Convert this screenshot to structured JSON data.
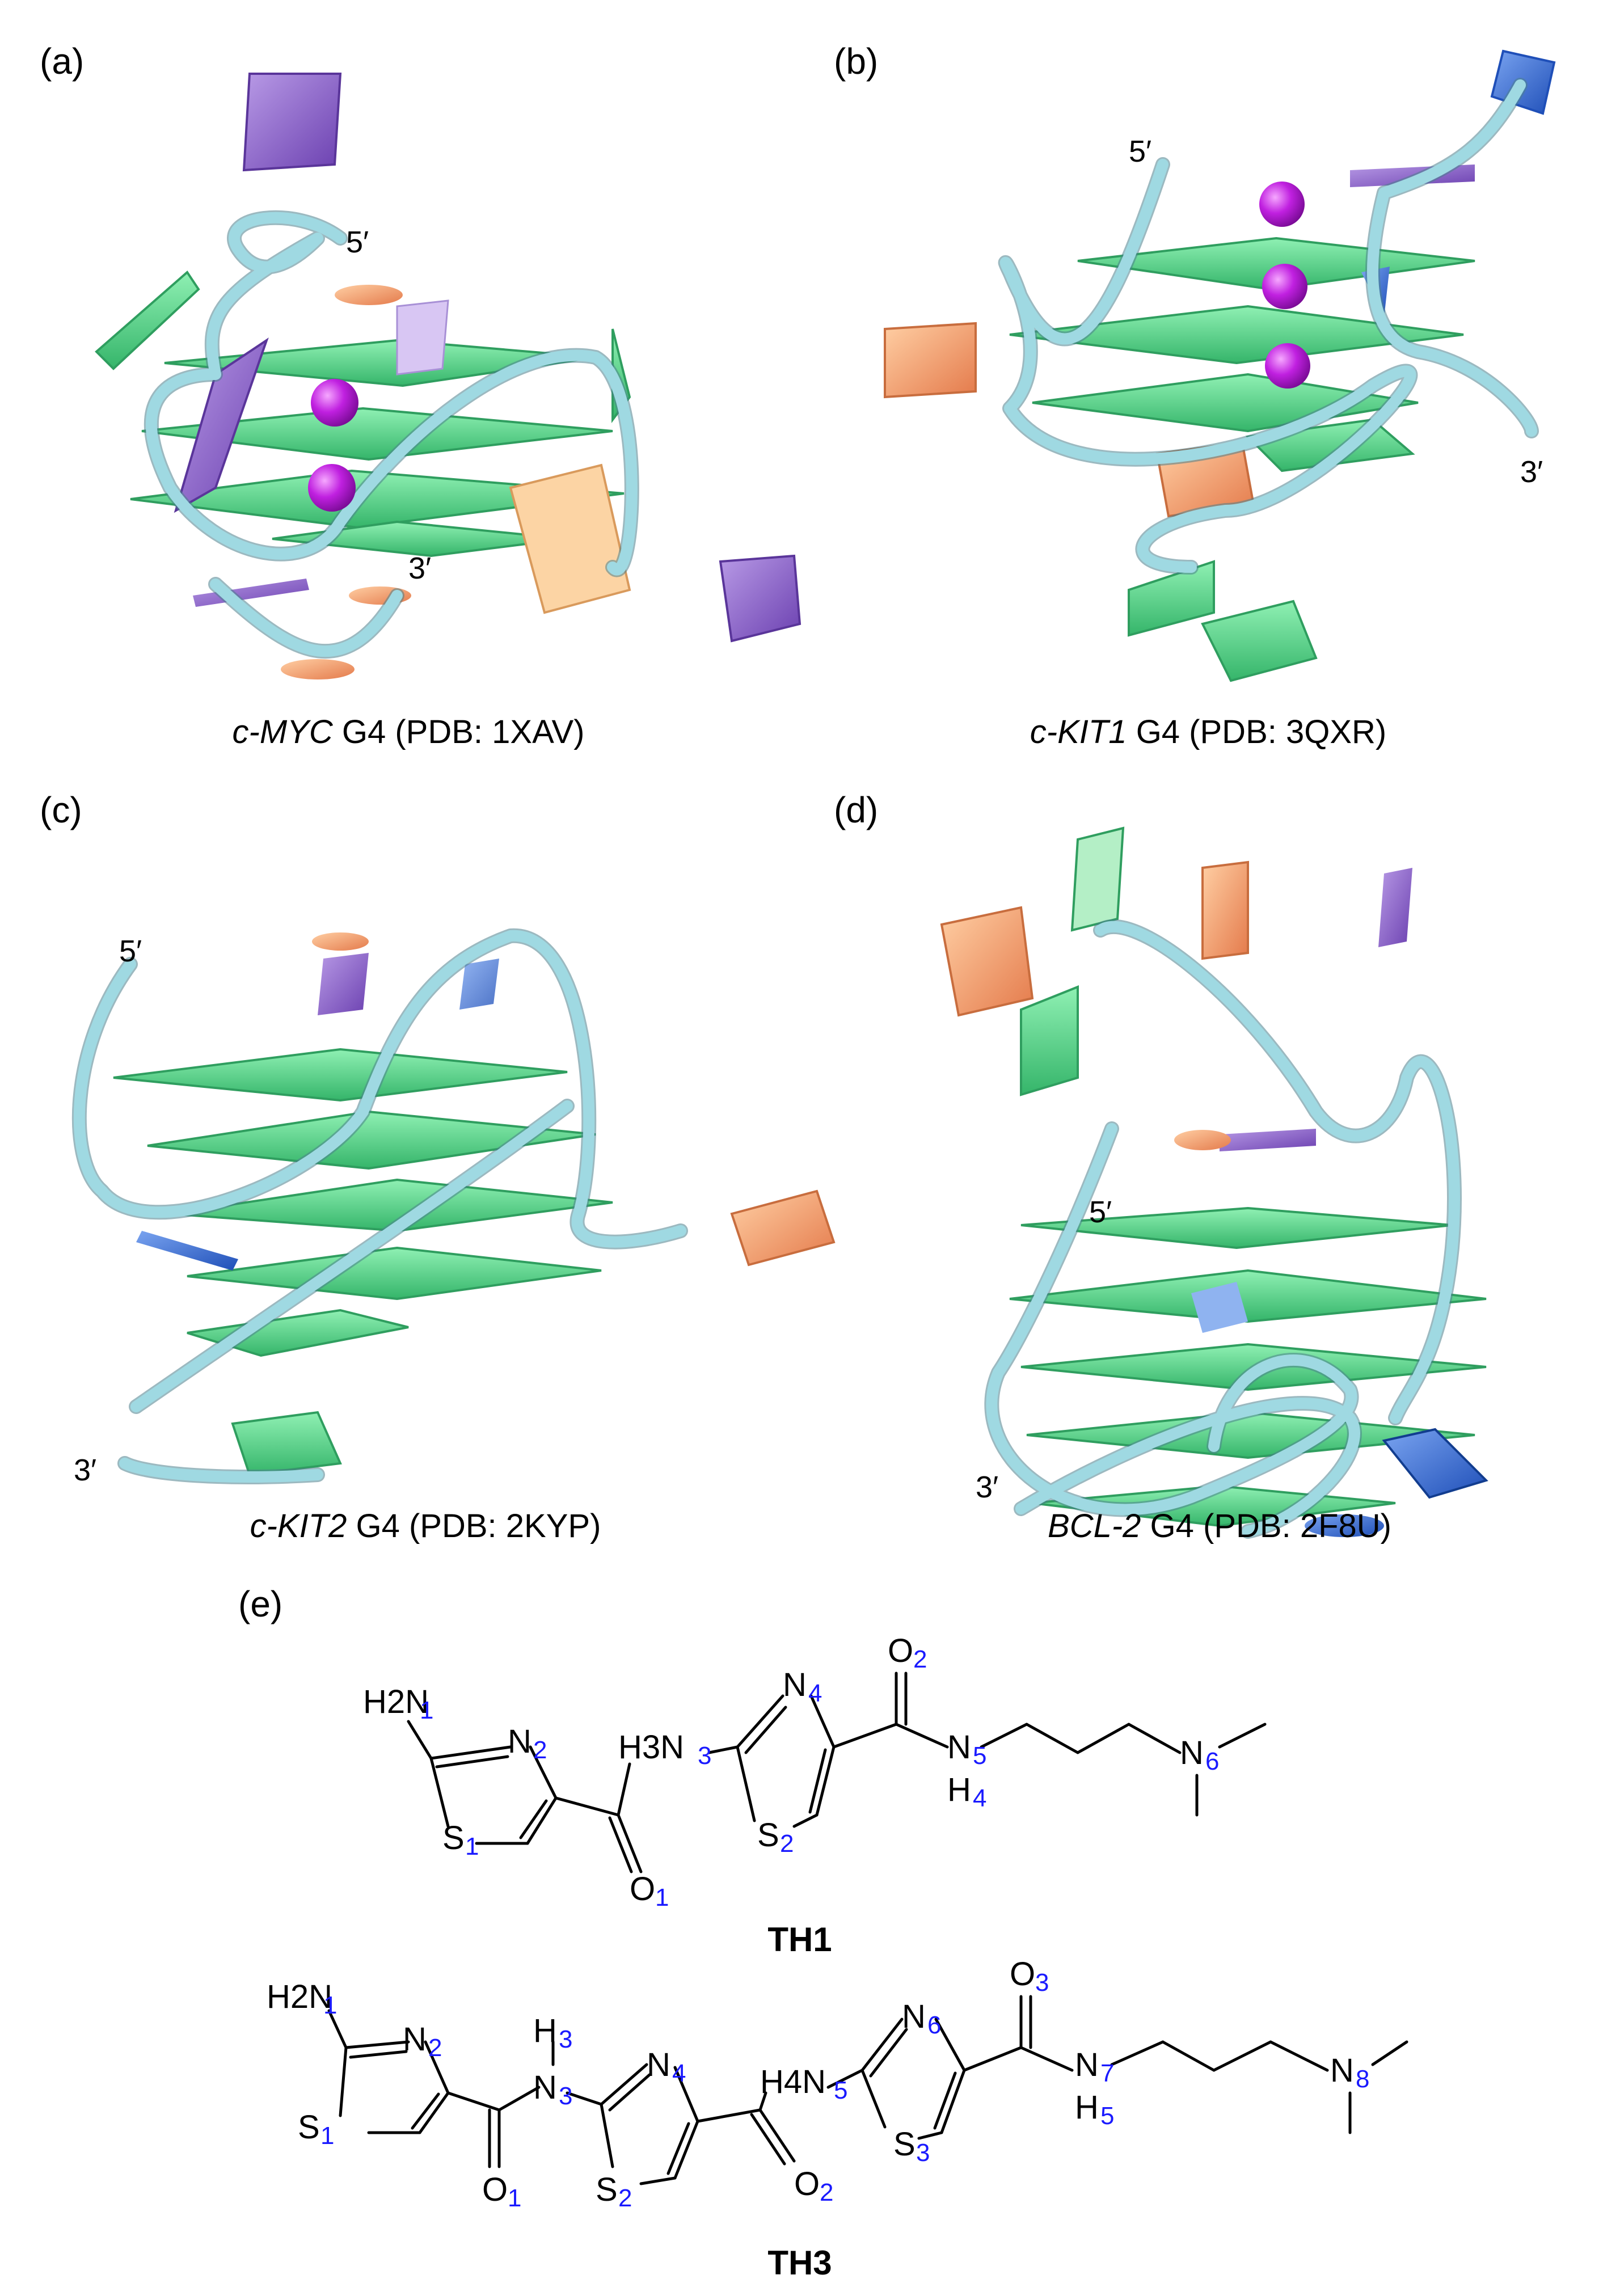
{
  "figure": {
    "panels": [
      {
        "id": "a",
        "label": "(a)",
        "gene": "c-MYC",
        "caption_rest": " G4 (PDB: 1XAV)",
        "five_prime": "5′",
        "three_prime": "3′",
        "ions": 2
      },
      {
        "id": "b",
        "label": "(b)",
        "gene": "c-KIT1",
        "caption_rest": " G4 (PDB: 3QXR)",
        "five_prime": "5′",
        "three_prime": "3′",
        "ions": 3
      },
      {
        "id": "c",
        "label": "(c)",
        "gene": "c-KIT2",
        "caption_rest": " G4 (PDB: 2KYP)",
        "five_prime": "5′",
        "three_prime": "3′",
        "ions": 0
      },
      {
        "id": "d",
        "label": "(d)",
        "gene": "BCL-2",
        "caption_rest": " G4 (PDB: 2F8U)",
        "five_prime": "5′",
        "three_prime": "3′",
        "ions": 0
      }
    ],
    "panel_e": {
      "label": "(e)",
      "th1": {
        "name": "TH1",
        "atoms": {
          "NH2": "H2N",
          "N1": "1",
          "N2": "N",
          "N2i": "2",
          "S1": "S",
          "S1i": "1",
          "H3N3": "H3N",
          "N3i": "3",
          "O1": "O",
          "O1i": "1",
          "N4": "N",
          "N4i": "4",
          "S2": "S",
          "S2i": "2",
          "O2": "O",
          "O2i": "2",
          "N5": "N",
          "N5i": "5",
          "H4": "H",
          "H4i": "4",
          "N6": "N",
          "N6i": "6"
        }
      },
      "th3": {
        "name": "TH3",
        "atoms": {
          "NH2": "H2N",
          "N1": "1",
          "N2": "N",
          "N2i": "2",
          "S1": "S",
          "S1i": "1",
          "H3": "H",
          "H3i": "3",
          "N3": "N",
          "N3i": "3",
          "O1": "O",
          "O1i": "1",
          "N4": "N",
          "N4i": "4",
          "S2": "S",
          "S2i": "2",
          "H4N5": "H4N",
          "N5i": "5",
          "O2": "O",
          "O2i": "2",
          "N6": "N",
          "N6i": "6",
          "S3": "S",
          "S3i": "3",
          "O3": "O",
          "O3i": "3",
          "N7": "N",
          "N7i": "7",
          "H5": "H",
          "H5i": "5",
          "N8": "N",
          "N8i": "8"
        }
      }
    },
    "colors": {
      "guanine": "#5ed68c",
      "guanine_dark": "#2f9e5f",
      "orange": "#f4a478",
      "purple": "#9a6fd0",
      "blue": "#3b6fd8",
      "backbone": "#9fd9e2",
      "ion": "#b21bd6",
      "index_blue": "#1a1aff"
    }
  }
}
